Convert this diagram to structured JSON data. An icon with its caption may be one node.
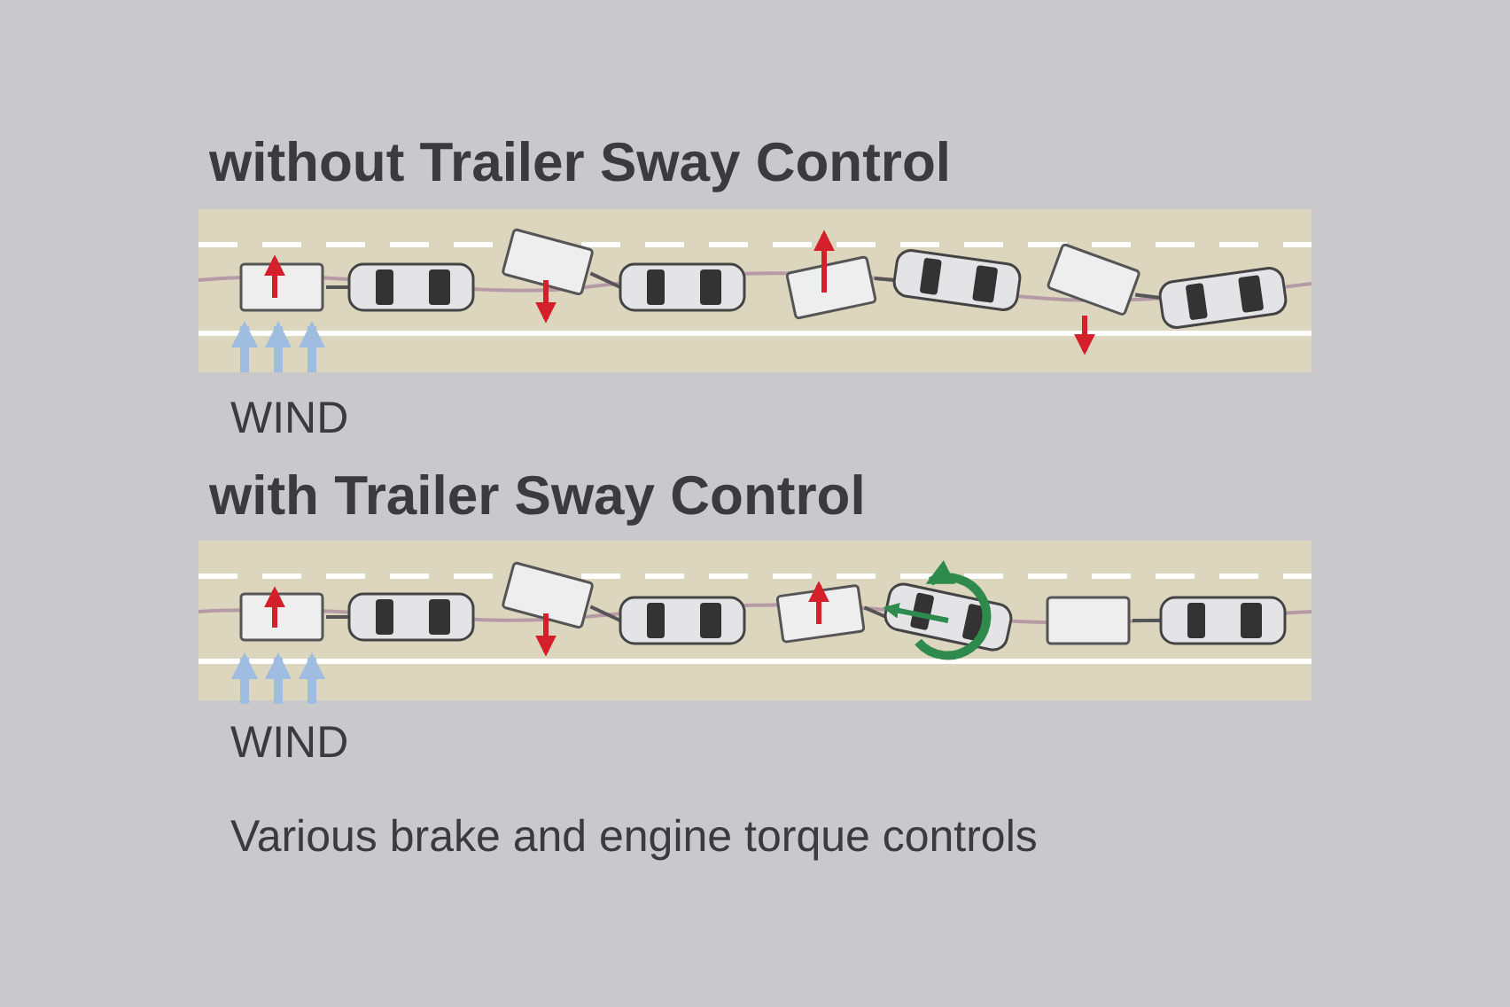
{
  "diagram": {
    "labels": [
      "without Trailer Sway Control",
      "WIND",
      "with Trailer Sway Control",
      "WIND",
      "Various brake and engine torque controls"
    ]
  }
}
